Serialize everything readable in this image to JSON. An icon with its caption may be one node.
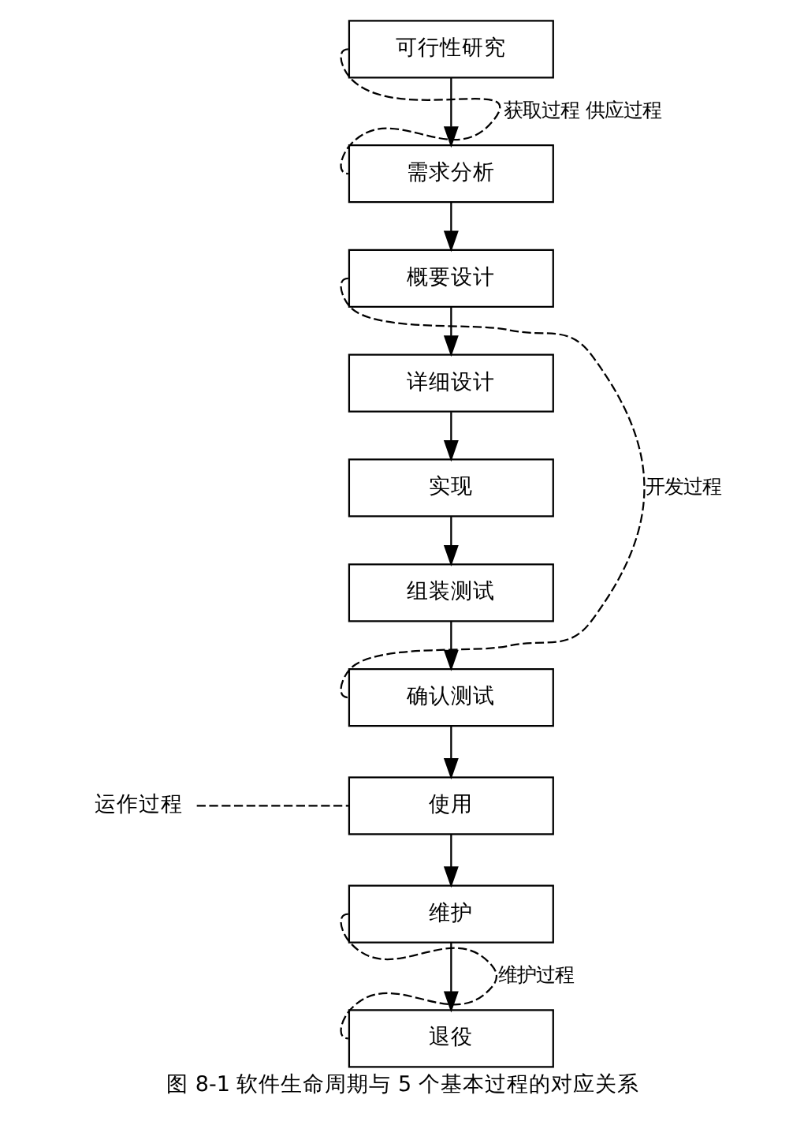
{
  "diagram": {
    "caption": "图 8-1 软件生命周期与 5 个基本过程的对应关系",
    "nodes": [
      {
        "text": [
          "可行性研究"
        ]
      },
      {
        "text": [
          "需求分析"
        ]
      },
      {
        "text": [
          "概要设计"
        ]
      },
      {
        "text": [
          "详细设计"
        ]
      },
      {
        "text": [
          "实现"
        ]
      },
      {
        "text": [
          "组装测试"
        ]
      },
      {
        "text": [
          "确认测试"
        ]
      },
      {
        "text": [
          "使用"
        ]
      },
      {
        "text": [
          "维护"
        ]
      },
      {
        "text": [
          "退役"
        ]
      },
      {
        "text": [
          "运作过程"
        ]
      }
    ],
    "edges": [
      {
        "from": 0,
        "to": 1,
        "arrow": "to"
      },
      {
        "from": 1,
        "to": 2,
        "arrow": "to"
      },
      {
        "from": 2,
        "to": 3,
        "arrow": "to"
      },
      {
        "from": 3,
        "to": 4,
        "arrow": "to"
      },
      {
        "from": 4,
        "to": 5,
        "arrow": "to"
      },
      {
        "from": 5,
        "to": 6,
        "arrow": "to"
      },
      {
        "from": 6,
        "to": 7,
        "arrow": "to"
      },
      {
        "from": 7,
        "to": 8,
        "arrow": "to"
      },
      {
        "from": 8,
        "to": 9,
        "arrow": "to"
      },
      {
        "from": 0,
        "to": 1,
        "arrow": "none",
        "style": "dashed",
        "label": "获取过程 供应过程"
      },
      {
        "from": 2,
        "to": 6,
        "arrow": "none",
        "style": "dashed",
        "label": "开发过程"
      },
      {
        "from": 10,
        "to": 7,
        "arrow": "none",
        "style": "dashed"
      },
      {
        "from": 8,
        "to": 9,
        "arrow": "none",
        "style": "dashed",
        "label": "维护过程"
      }
    ]
  }
}
